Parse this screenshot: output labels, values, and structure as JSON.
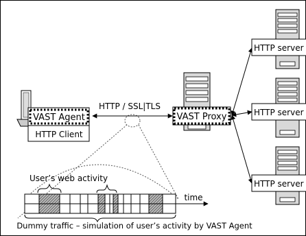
{
  "labels": {
    "vast_agent": "VAST Agent",
    "http_client": "HTTP Client",
    "protocol": "HTTP / SSL|TLS",
    "vast_proxy": "VAST Proxy",
    "http_server": "HTTP server",
    "users_web_activity": "User’s web activity",
    "time": "time",
    "dummy_traffic": "Dummy traffic – simulation of user’s activity by VAST Agent"
  }
}
